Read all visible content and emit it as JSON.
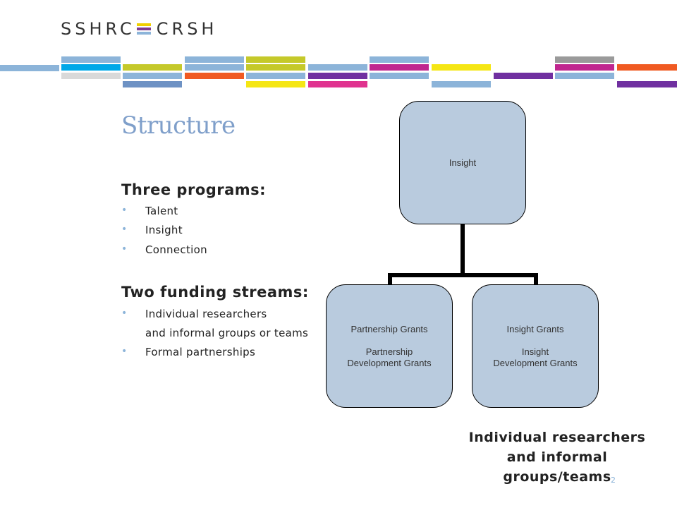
{
  "logo": {
    "left_text": "SSHRC",
    "right_text": "CRSH",
    "mark_colors": [
      "#f0d000",
      "#7f3b8f",
      "#8cb4d9"
    ]
  },
  "colors": {
    "title": "#7f9fca",
    "box_fill": "#b9cbde",
    "bullet": "#8cb4d9",
    "band": [
      "#8cb4d9",
      "#00a8e8",
      "#c5c92a",
      "#f05a22",
      "#7030a0",
      "#e0338f",
      "#f5e614",
      "#9a9a9a",
      "#6e92c4"
    ]
  },
  "title": "Structure",
  "programs": {
    "heading": "Three programs:",
    "items": [
      "Talent",
      "Insight",
      "Connection"
    ]
  },
  "streams": {
    "heading": "Two funding streams:",
    "item1_line1": "Individual researchers",
    "item1_line2": "and informal groups or teams",
    "item2": "Formal partnerships"
  },
  "org_chart": {
    "root": "Insight",
    "children": [
      {
        "line1": "Partnership Grants",
        "line2": "Partnership",
        "line3": "Development Grants"
      },
      {
        "line1": "Insight Grants",
        "line2": "Insight",
        "line3": "Development Grants"
      }
    ]
  },
  "footnote": {
    "line1": "Individual researchers",
    "line2": "and informal",
    "line3": "groups/teams"
  },
  "page_number": "2"
}
